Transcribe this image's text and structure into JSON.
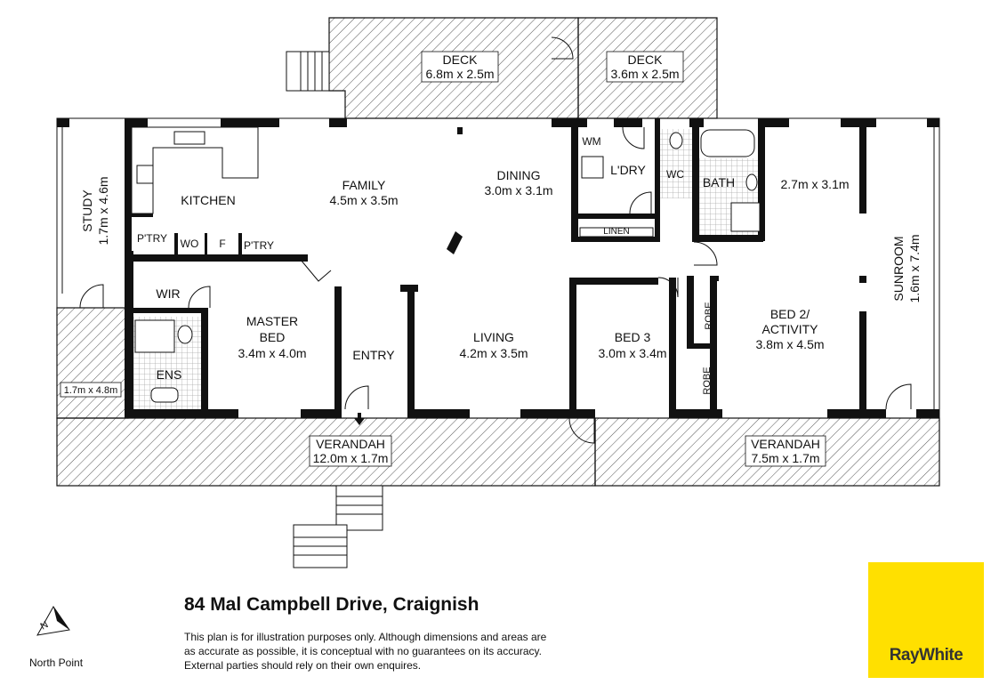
{
  "plan": {
    "rooms": {
      "deck_left": {
        "name": "DECK",
        "dims": "6.8m x 2.5m"
      },
      "deck_right": {
        "name": "DECK",
        "dims": "3.6m x 2.5m"
      },
      "study": {
        "name": "STUDY",
        "dims": "1.7m x 4.6m"
      },
      "kitchen": {
        "name": "KITCHEN"
      },
      "family": {
        "name": "FAMILY",
        "dims": "4.5m x 3.5m"
      },
      "dining": {
        "name": "DINING",
        "dims": "3.0m x 3.1m"
      },
      "wm": {
        "name": "WM"
      },
      "laundry": {
        "name": "L'DRY"
      },
      "wc": {
        "name": "WC"
      },
      "bath": {
        "name": "BATH"
      },
      "bed4": {
        "dims": "2.7m x 3.1m"
      },
      "linen": {
        "name": "LINEN"
      },
      "pantry1": {
        "name": "P'TRY"
      },
      "wo": {
        "name": "WO"
      },
      "fridge": {
        "name": "F"
      },
      "pantry2": {
        "name": "P'TRY"
      },
      "wir": {
        "name": "WIR"
      },
      "master": {
        "name_line1": "MASTER",
        "name_line2": "BED",
        "dims": "3.4m x 4.0m"
      },
      "ensuite": {
        "name": "ENS"
      },
      "entry": {
        "name": "ENTRY"
      },
      "living": {
        "name": "LIVING",
        "dims": "4.2m x 3.5m"
      },
      "bed3": {
        "name": "BED 3",
        "dims": "3.0m x 3.4m"
      },
      "robe1": {
        "name": "ROBE"
      },
      "robe2": {
        "name": "ROBE"
      },
      "bed2": {
        "name_line1": "BED 2/",
        "name_line2": "ACTIVITY",
        "dims": "3.8m x 4.5m"
      },
      "sunroom": {
        "name": "SUNROOM",
        "dims": "1.6m x 7.4m"
      },
      "side_verandah": {
        "dims": "1.7m x 4.8m"
      },
      "verandah_left": {
        "name": "VERANDAH",
        "dims": "12.0m x 1.7m"
      },
      "verandah_right": {
        "name": "VERANDAH",
        "dims": "7.5m x 1.7m"
      }
    }
  },
  "footer": {
    "title": "84 Mal Campbell Drive, Craignish",
    "disclaimer_lines": [
      "This plan is for illustration purposes only.  Although dimensions and areas are",
      "as accurate as possible, it is conceptual with no guarantees on its accuracy.",
      "External parties should rely on their own enquires."
    ],
    "north_label": "North Point",
    "north_letter": "N",
    "logo_text": "RayWhite",
    "logo_color": "#ffe000"
  },
  "colors": {
    "wall": "#111111",
    "hatch": "#555555",
    "tile": "#bbbbbb"
  }
}
